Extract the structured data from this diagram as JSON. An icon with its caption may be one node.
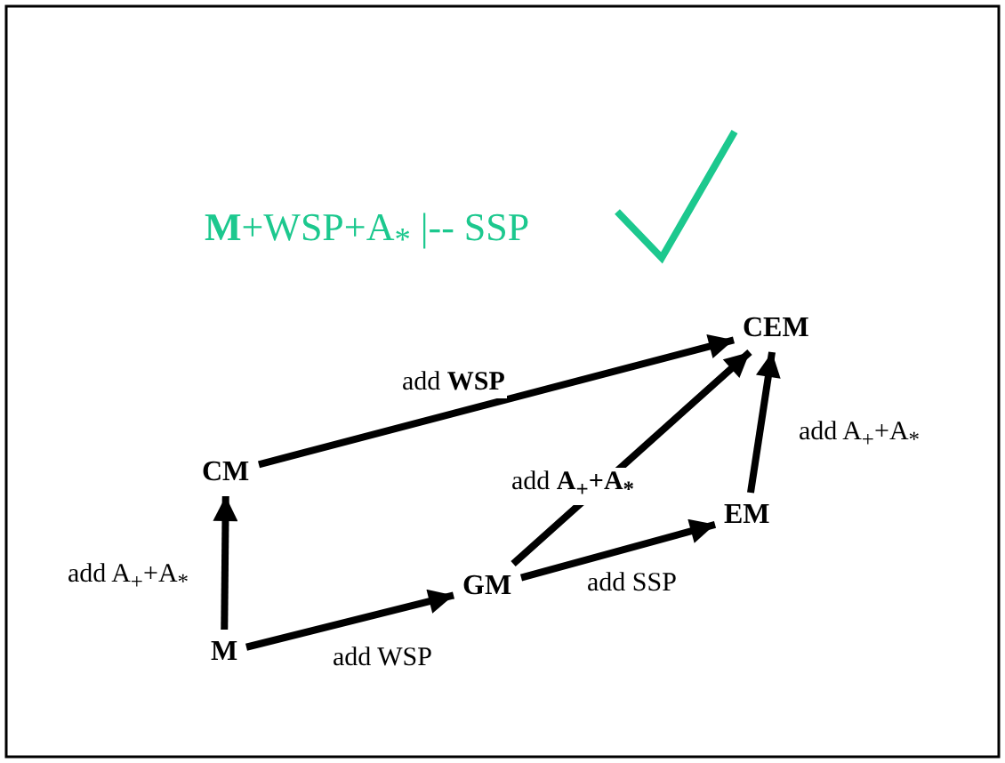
{
  "diagram": {
    "title": "**M**+WSP+A$_{*}$ |-- SSP",
    "nodes": [
      {
        "text": [
          "CEM"
        ]
      },
      {
        "text": [
          "CM"
        ]
      },
      {
        "text": [
          "EM"
        ]
      },
      {
        "text": [
          "GM"
        ]
      },
      {
        "text": [
          "M"
        ]
      }
    ],
    "edges": [
      {
        "from": 4,
        "to": 1,
        "arrow": "to",
        "label": "add A$_{+}$+A$_{*}$"
      },
      {
        "from": 4,
        "to": 3,
        "arrow": "to",
        "label": "add WSP"
      },
      {
        "from": 1,
        "to": 0,
        "arrow": "to",
        "label": "add **WSP**"
      },
      {
        "from": 3,
        "to": 0,
        "arrow": "to",
        "label": "add **A$_{+}$+A$_{*}$**"
      },
      {
        "from": 3,
        "to": 2,
        "arrow": "to",
        "label": "add SSP"
      },
      {
        "from": 2,
        "to": 0,
        "arrow": "to",
        "label": "add A$_{+}$+A$_{*}$"
      }
    ]
  }
}
